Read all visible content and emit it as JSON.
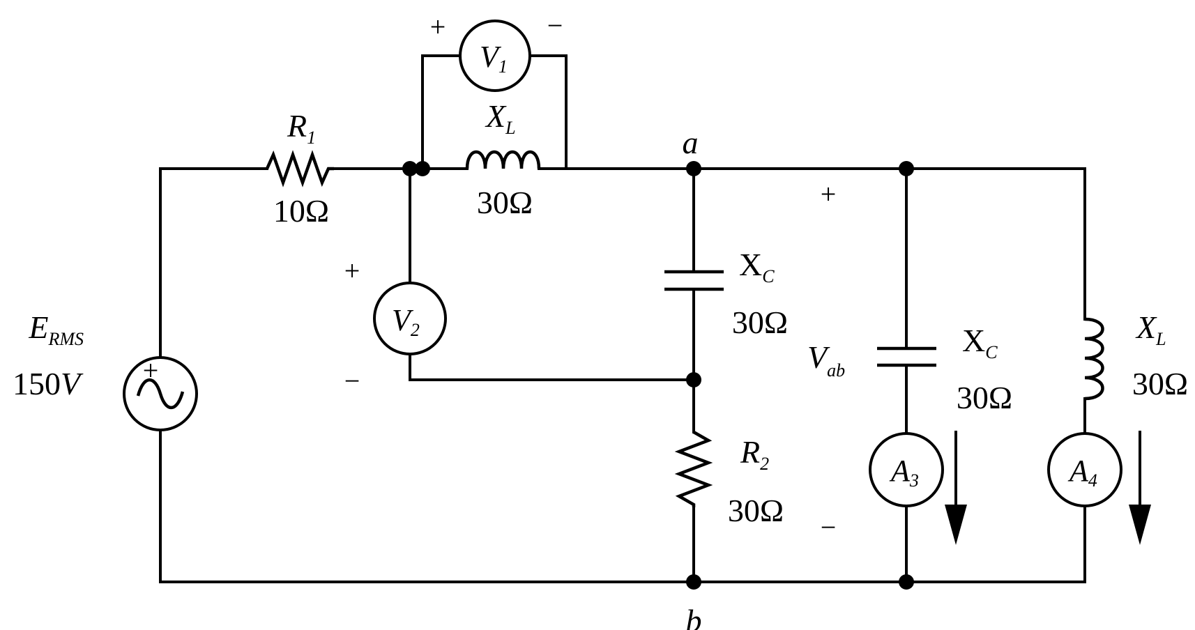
{
  "source": {
    "symbol": "E",
    "subscript": "RMS",
    "value": "150V",
    "plus_sign": "+"
  },
  "components": {
    "r1": {
      "symbol": "R",
      "subscript": "1",
      "value": "10Ω"
    },
    "xl1": {
      "symbol": "X",
      "subscript": "L",
      "value": "30Ω"
    },
    "xc1": {
      "symbol": "X",
      "subscript": "C",
      "value": "30Ω"
    },
    "r2": {
      "symbol": "R",
      "subscript": "2",
      "value": "30Ω"
    },
    "xc2": {
      "symbol": "X",
      "subscript": "C",
      "value": "30Ω"
    },
    "xl2": {
      "symbol": "X",
      "subscript": "L",
      "value": "30Ω"
    }
  },
  "meters": {
    "v1": {
      "symbol": "V",
      "subscript": "1",
      "plus": "+",
      "minus": "−"
    },
    "v2": {
      "symbol": "V",
      "subscript": "2",
      "plus": "+",
      "minus": "−"
    },
    "a3": {
      "symbol": "A",
      "subscript": "3"
    },
    "a4": {
      "symbol": "A",
      "subscript": "4"
    }
  },
  "nodes": {
    "a": "a",
    "b": "b"
  },
  "vab": {
    "symbol": "V",
    "subscript": "ab",
    "plus": "+",
    "minus": "−"
  },
  "colors": {
    "ink": "#000000",
    "background": "#ffffff"
  },
  "icons": [
    "ac-voltage-source-icon",
    "resistor-icon",
    "inductor-icon",
    "capacitor-icon",
    "voltmeter-icon",
    "ammeter-icon",
    "current-arrow-icon"
  ]
}
